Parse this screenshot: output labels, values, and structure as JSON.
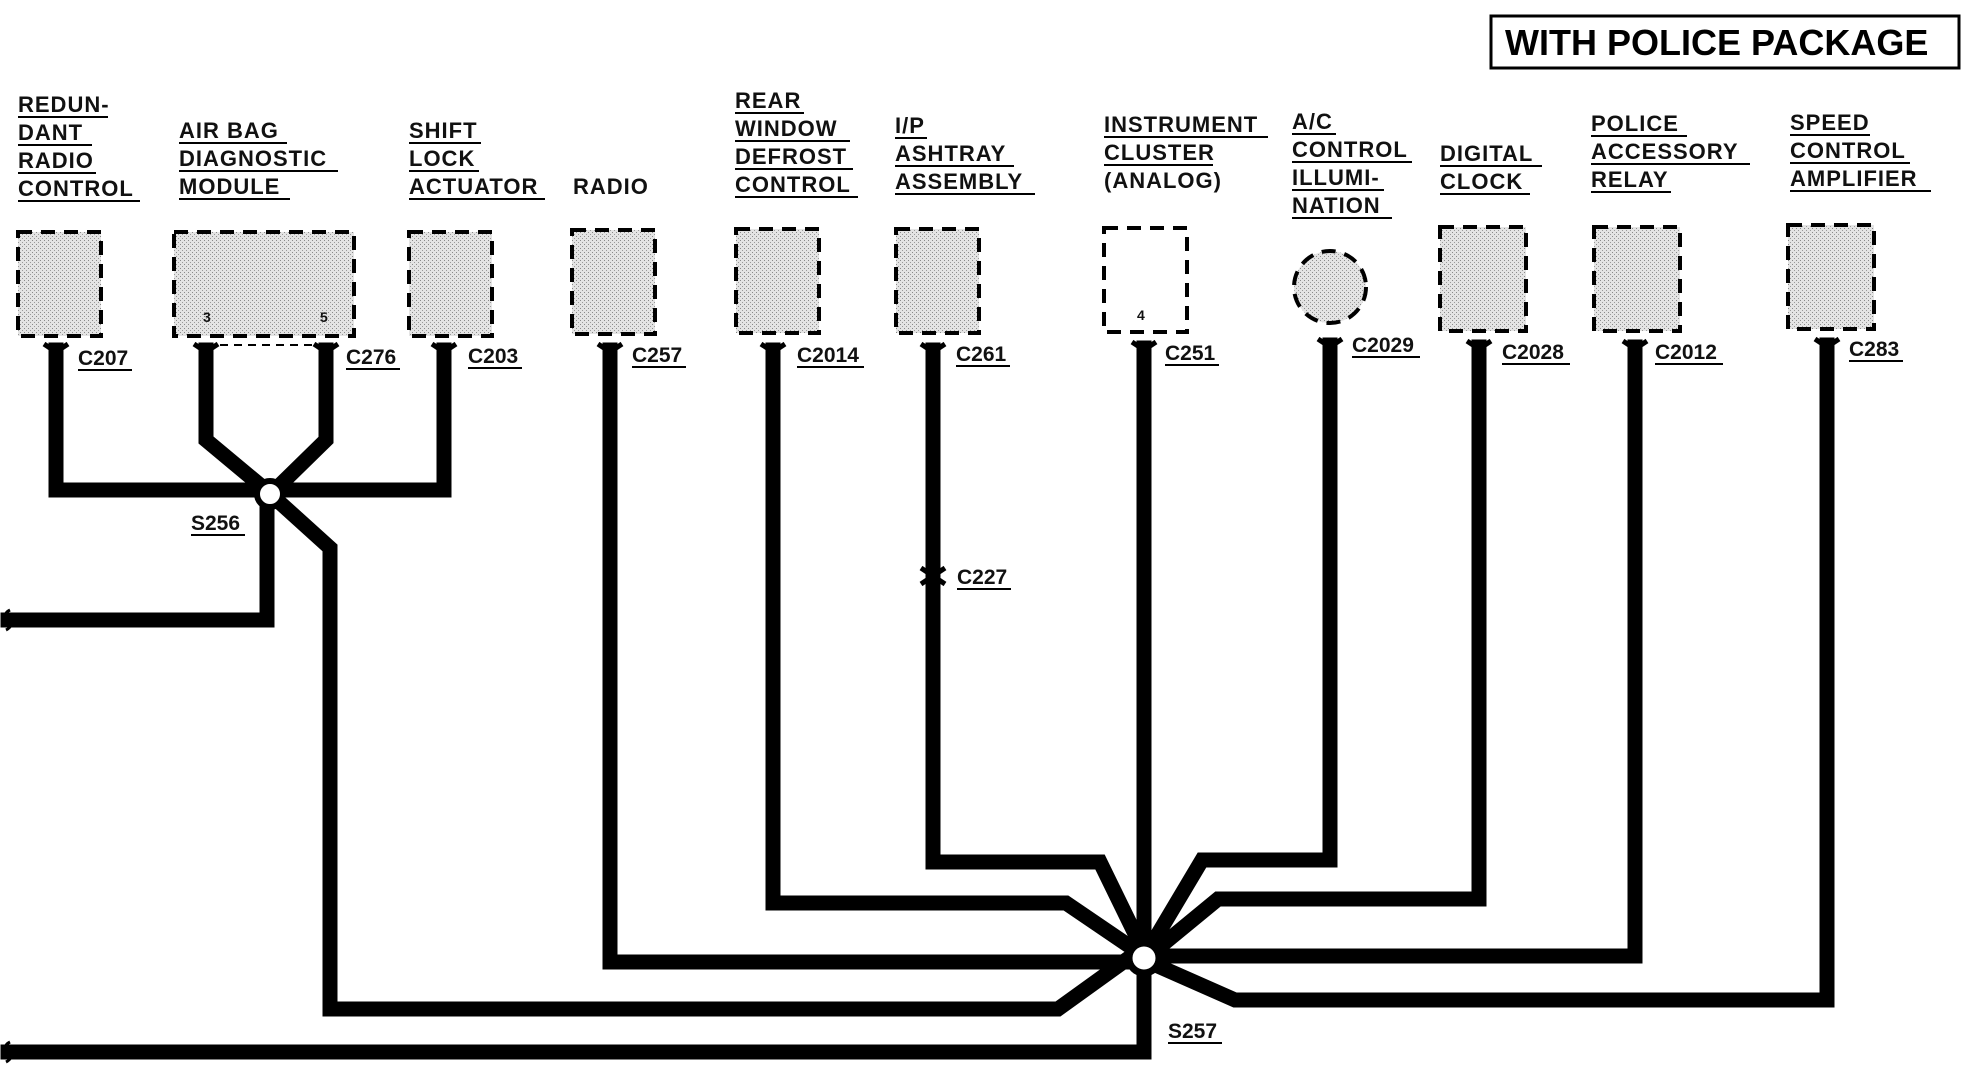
{
  "title": "WITH POLICE PACKAGE",
  "components": [
    {
      "id": "redundant-radio-control",
      "label": [
        "REDUN-",
        "DANT",
        "RADIO",
        "CONTROL"
      ],
      "connector": "C207"
    },
    {
      "id": "air-bag-diagnostic-module",
      "label": [
        "AIR BAG",
        "DIAGNOSTIC",
        "MODULE"
      ],
      "connector": "C276",
      "pins": [
        "3",
        "5"
      ]
    },
    {
      "id": "shift-lock-actuator",
      "label": [
        "SHIFT",
        "LOCK",
        "ACTUATOR"
      ],
      "connector": "C203"
    },
    {
      "id": "radio",
      "label": [
        "RADIO"
      ],
      "connector": "C257"
    },
    {
      "id": "rear-window-defrost-control",
      "label": [
        "REAR",
        "WINDOW",
        "DEFROST",
        "CONTROL"
      ],
      "connector": "C2014"
    },
    {
      "id": "ip-ashtray-assembly",
      "label": [
        "I/P",
        "ASHTRAY",
        "ASSEMBLY"
      ],
      "connector": "C261",
      "inline_connector": "C227"
    },
    {
      "id": "instrument-cluster",
      "label": [
        "INSTRUMENT",
        "CLUSTER",
        "(ANALOG)"
      ],
      "connector": "C251",
      "pins": [
        "4"
      ]
    },
    {
      "id": "ac-control-illumination",
      "label": [
        "A/C",
        "CONTROL",
        "ILLUMI-",
        "NATION"
      ],
      "connector": "C2029"
    },
    {
      "id": "digital-clock",
      "label": [
        "DIGITAL",
        "CLOCK"
      ],
      "connector": "C2028"
    },
    {
      "id": "police-accessory-relay",
      "label": [
        "POLICE",
        "ACCESSORY",
        "RELAY"
      ],
      "connector": "C2012"
    },
    {
      "id": "speed-control-amplifier",
      "label": [
        "SPEED",
        "CONTROL",
        "AMPLIFIER"
      ],
      "connector": "C283"
    }
  ],
  "splices": [
    "S256",
    "S257"
  ]
}
